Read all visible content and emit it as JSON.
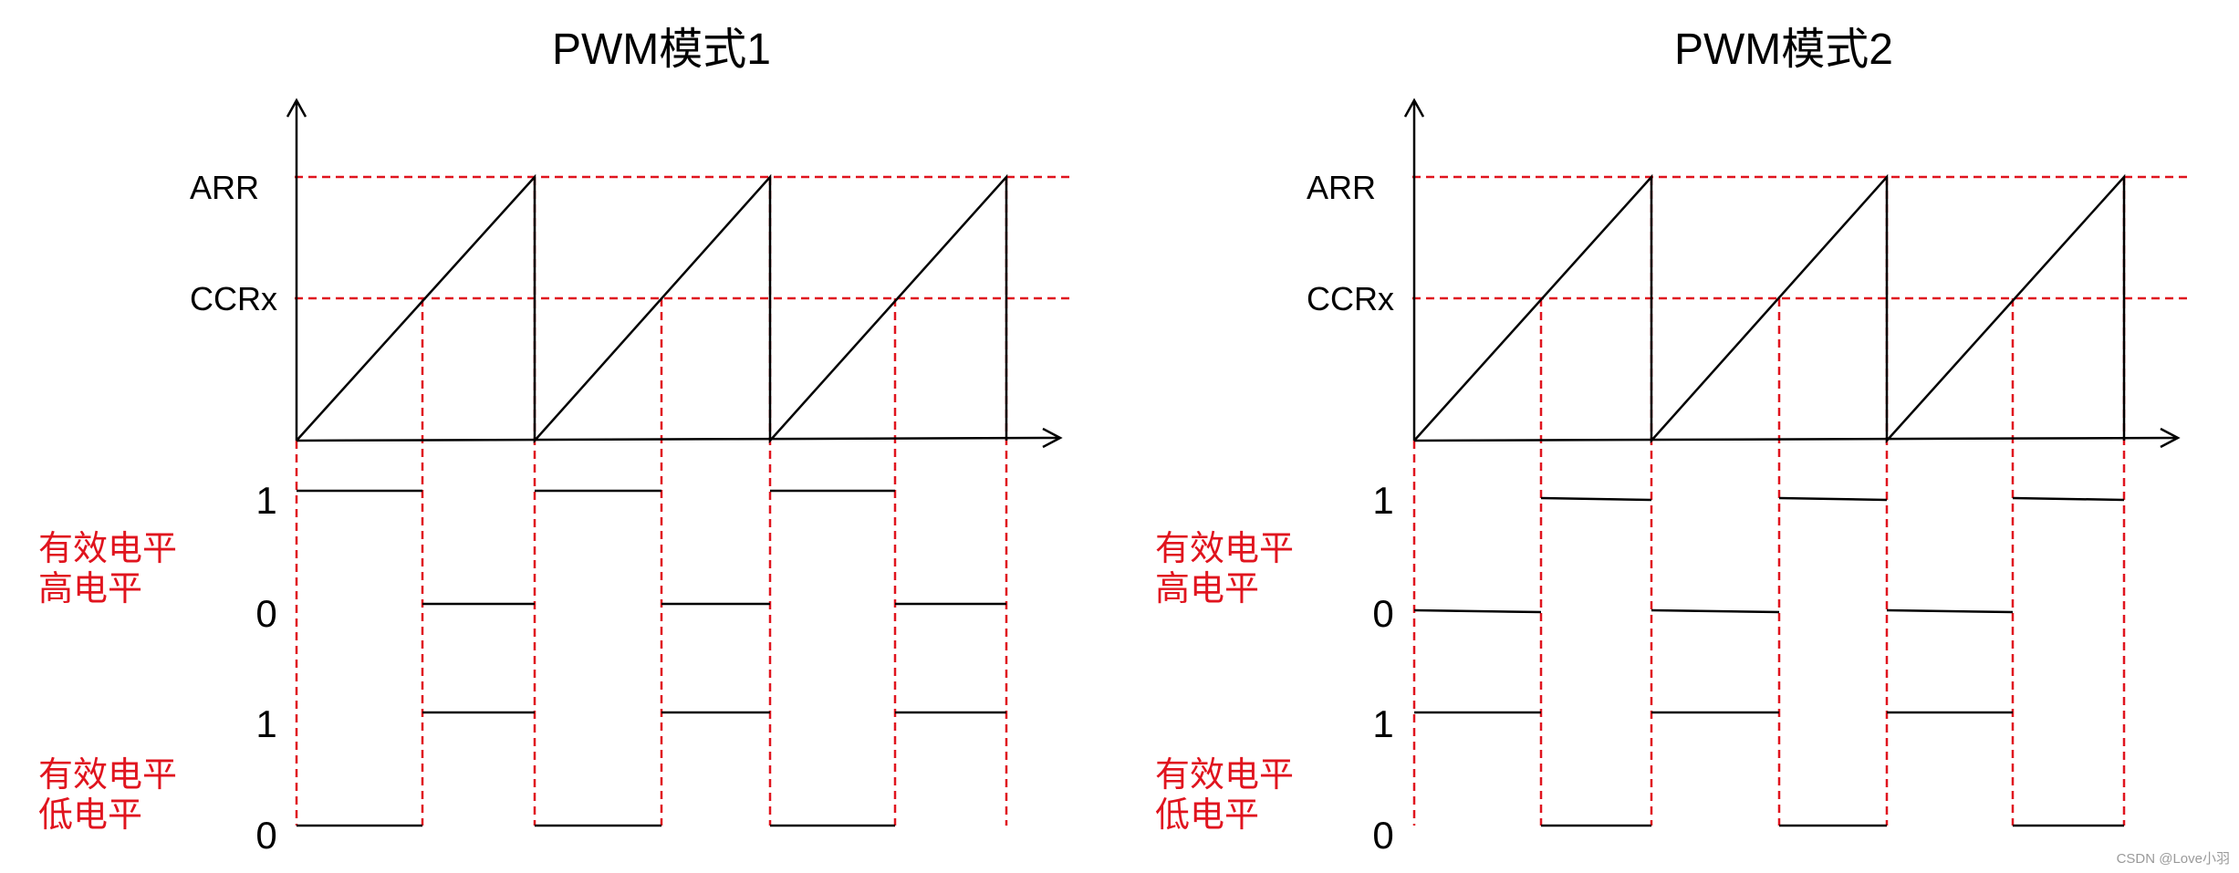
{
  "diagrams": [
    {
      "title": "PWM模式1",
      "y_labels": {
        "arr": "ARR",
        "ccr": "CCRx"
      },
      "wave_a": {
        "high": "1",
        "low": "0",
        "caption_line1": "有效电平",
        "caption_line2": "高电平"
      },
      "wave_b": {
        "high": "1",
        "low": "0",
        "caption_line1": "有效电平",
        "caption_line2": "低电平"
      }
    },
    {
      "title": "PWM模式2",
      "y_labels": {
        "arr": "ARR",
        "ccr": "CCRx"
      },
      "wave_a": {
        "high": "1",
        "low": "0",
        "caption_line1": "有效电平",
        "caption_line2": "高电平"
      },
      "wave_b": {
        "high": "1",
        "low": "0",
        "caption_line1": "有效电平",
        "caption_line2": "低电平"
      }
    }
  ],
  "periods": 3,
  "ccr_fraction_of_arr": 0.54,
  "colors": {
    "line": "#000000",
    "guide": "#e0141e",
    "label_red": "#e0141e"
  },
  "watermark": "CSDN @Love小羽"
}
